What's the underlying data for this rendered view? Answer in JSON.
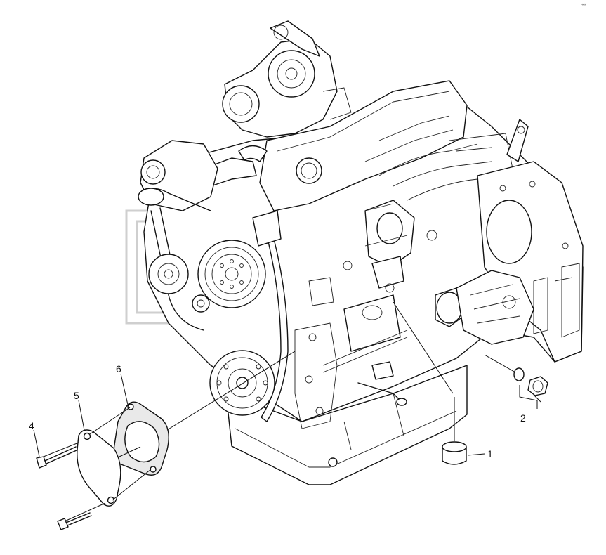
{
  "corner_mark": "«» ···",
  "callouts": [
    {
      "number": "1",
      "part": "cap"
    },
    {
      "number": "2",
      "part": "plug-with-seal"
    },
    {
      "number": "4",
      "part": "bolt"
    },
    {
      "number": "5",
      "part": "cover-plate"
    },
    {
      "number": "6",
      "part": "gasket"
    }
  ],
  "colors": {
    "line": "#111111",
    "watermark": "#cfcfcf",
    "background": "#ffffff"
  }
}
